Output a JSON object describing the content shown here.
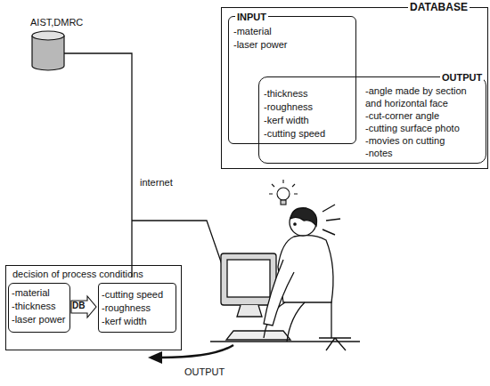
{
  "diagram": {
    "nodes": [
      {
        "text": [
          "DATABASE"
        ]
      },
      {
        "text": [
          "INPUT",
          "-material",
          "-laser power"
        ],
        "in": 0
      },
      {
        "text": [
          "OUTPUT",
          "-thickness",
          "-roughness",
          "-kerf width",
          "-cutting speed",
          "-angle made by section and horizontal face",
          "-cut-corner angle",
          "-cutting surface photo",
          "-movies on cutting",
          "-notes"
        ],
        "in": 0
      },
      {
        "text": [
          "AIST,DMRC"
        ]
      },
      {
        "text": [
          "decision of process conditions"
        ]
      },
      {
        "text": [
          "-material",
          "-thickness",
          "-laser power"
        ],
        "in": 4
      },
      {
        "text": [
          "DB"
        ],
        "in": 4
      },
      {
        "text": [
          "-cutting speed",
          "-roughness",
          "-kerf width"
        ],
        "in": 4
      }
    ],
    "labels": [
      "internet",
      "OUTPUT"
    ]
  }
}
